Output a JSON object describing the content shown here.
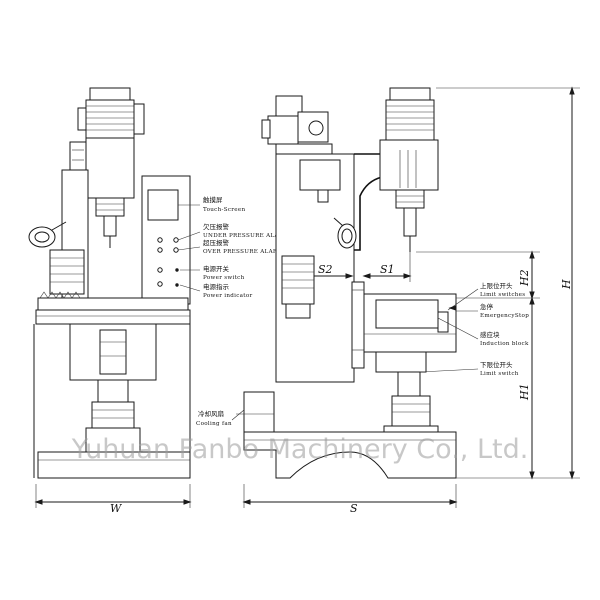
{
  "labels": {
    "touch_screen_cn": "触摸屏",
    "touch_screen_en": "Touch-Screen",
    "under_pressure_cn": "欠压报警",
    "under_pressure_en": "UNDER PRESSURE ALARE",
    "over_pressure_cn": "超压报警",
    "over_pressure_en": "OVER PRESSURE ALARE",
    "power_switch_cn": "电源开关",
    "power_switch_en": "Power switch",
    "power_indicator_cn": "电源指示",
    "power_indicator_en": "Power indicator",
    "upper_limit_cn": "上限位开头",
    "upper_limit_en": "Limit switches",
    "emergency_cn": "急停",
    "emergency_en": "EmergencyStop",
    "induction_cn": "感应块",
    "induction_en": "Induction block",
    "lower_limit_cn": "下限位开头",
    "lower_limit_en": "Limit switch",
    "cooling_fan_cn": "冷却风扇",
    "cooling_fan_en": "Cooling fan"
  },
  "dimensions": {
    "w": "W",
    "s": "S",
    "s1": "S1",
    "s2": "S2",
    "h": "H",
    "h1": "H1",
    "h2": "H2"
  },
  "watermark": "Yuhuan Fanbo Machinery Co., Ltd."
}
